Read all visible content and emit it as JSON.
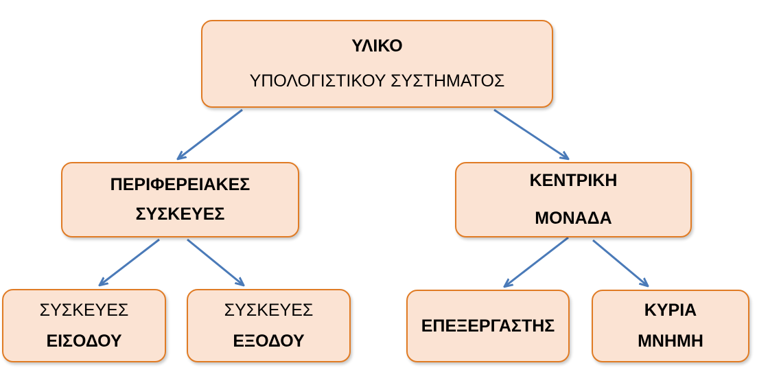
{
  "diagram": {
    "root": {
      "line1": "ΥΛΙΚΟ",
      "line2": "ΥΠΟΛΟΓΙΣΤΙΚΟΥ ΣΥΣΤΗΜΑΤΟΣ"
    },
    "peripheral": {
      "line1": "ΠΕΡΙΦΕΡΕΙΑΚΕΣ",
      "line2": "ΣΥΣΚΕΥΕΣ"
    },
    "central": {
      "line1": "ΚΕΝΤΡΙΚΗ",
      "line2": "ΜΟΝΑΔΑ"
    },
    "input_devices": {
      "line1": "ΣΥΣΚΕΥΕΣ",
      "line2": "ΕΙΣΟΔΟΥ"
    },
    "output_devices": {
      "line1": "ΣΥΣΚΕΥΕΣ",
      "line2": "ΕΞΟΔΟΥ"
    },
    "processor": {
      "line1": "ΕΠΕΞΕΡΓΑΣΤΗΣ"
    },
    "main_memory": {
      "line1": "ΚΥΡΙΑ",
      "line2": "ΜΝΗΜΗ"
    }
  },
  "colors": {
    "box_fill": "#fbe3d3",
    "box_border": "#e07b24",
    "arrow": "#4a7ab8"
  }
}
